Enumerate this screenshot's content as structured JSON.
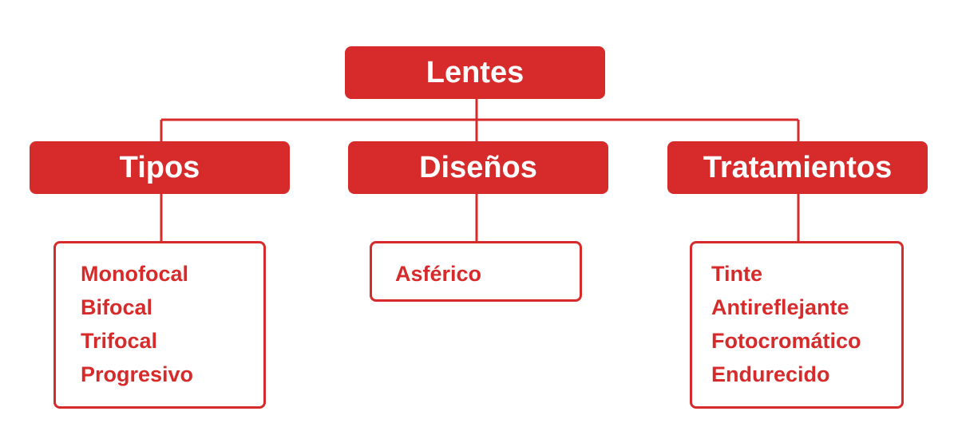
{
  "colors": {
    "accent": "#d72b2b",
    "background": "#ffffff",
    "node_text": "#ffffff"
  },
  "diagram": {
    "root": {
      "label": "Lentes"
    },
    "categories": [
      {
        "label": "Tipos",
        "items": [
          "Monofocal",
          "Bifocal",
          "Trifocal",
          "Progresivo"
        ]
      },
      {
        "label": "Diseños",
        "items": [
          "Asférico"
        ]
      },
      {
        "label": "Tratamientos",
        "items": [
          "Tinte",
          "Antireflejante",
          "Fotocromático",
          "Endurecido"
        ]
      }
    ]
  }
}
